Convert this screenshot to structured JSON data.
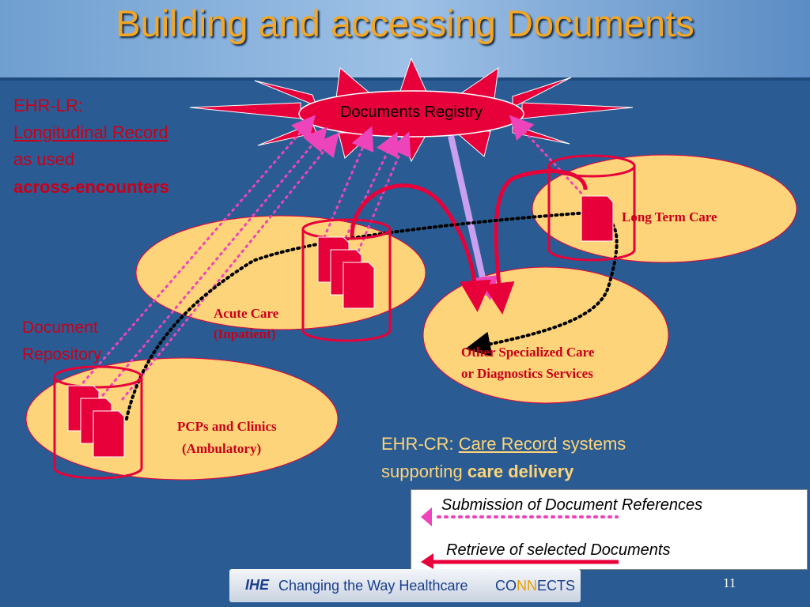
{
  "slide": {
    "title": "Building and accessing Documents",
    "page_number": "11"
  },
  "ehr_lr": {
    "line1": "EHR-LR:",
    "line2": "Longitudinal Record",
    "line3": "as used",
    "line4": "across-encounters"
  },
  "registry": {
    "label": "Documents Registry"
  },
  "repository_label": {
    "line1": "Document",
    "line2": "Repository"
  },
  "nodes": {
    "long_term_care": "Long Term Care",
    "acute_care_line1": "Acute Care",
    "acute_care_line2": "(Inpatient)",
    "other_line1": "Other Specialized Care",
    "other_line2": "or Diagnostics Services",
    "pcps_line1": "PCPs and Clinics",
    "pcps_line2": "(Ambulatory)"
  },
  "ehr_cr": {
    "prefix": "EHR-CR: ",
    "care_record": "Care Record",
    "systems": " systems",
    "supporting": "supporting ",
    "care_delivery": "care delivery"
  },
  "legend": {
    "submission": "Submission of Document References",
    "retrieve": "Retrieve of selected Documents"
  },
  "footer": {
    "logo": "IHE",
    "tagline": "Changing the Way Healthcare",
    "connects_pre": "CO",
    "connects_nn": "NN",
    "connects_post": "ECTS"
  },
  "colors": {
    "background": "#2a5c93",
    "ellipse": "#fdd479",
    "accent_red": "#e8003a",
    "submission_pink": "#ee44bb",
    "title_orange": "#f5a623"
  }
}
